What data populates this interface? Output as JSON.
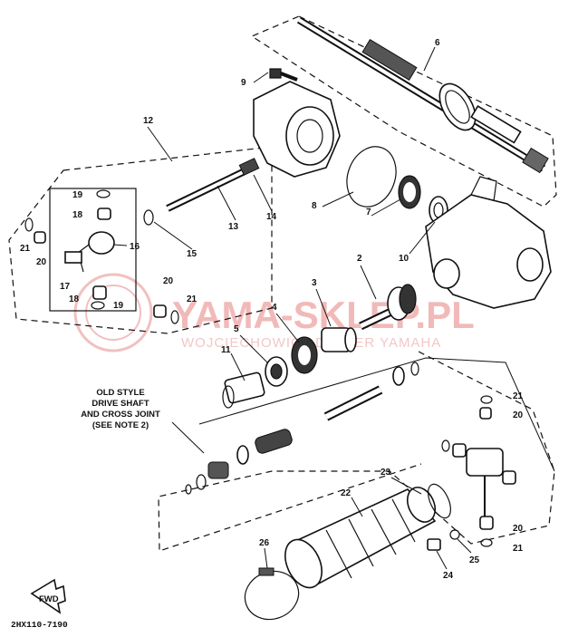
{
  "callouts": {
    "c2": "2",
    "c3": "3",
    "c4": "4",
    "c5": "5",
    "c6": "6",
    "c7": "7",
    "c8": "8",
    "c9": "9",
    "c10": "10",
    "c11": "11",
    "c12": "12",
    "c13": "13",
    "c14": "14",
    "c15": "15",
    "c16": "16",
    "c17": "17",
    "c18a": "18",
    "c18b": "18",
    "c19a": "19",
    "c19b": "19",
    "c20a": "20",
    "c20b": "20",
    "c20c": "20",
    "c20d": "20",
    "c21a": "21",
    "c21b": "21",
    "c21c": "21",
    "c21d": "21",
    "c22": "22",
    "c23": "23",
    "c24": "24",
    "c25": "25",
    "c26": "26"
  },
  "note_lines": [
    "OLD STYLE",
    "DRIVE SHAFT",
    "AND CROSS JOINT",
    "(SEE NOTE 2)"
  ],
  "front_label": "FWD",
  "diagram_code": "2HX110-7190",
  "watermark": {
    "brand": "YAMA-SKLEP.PL",
    "dealer": "WOJCIECHOWICZ DEALER YAMAHA"
  },
  "colors": {
    "ink": "#111111",
    "watermark": "#f2b9b9"
  }
}
